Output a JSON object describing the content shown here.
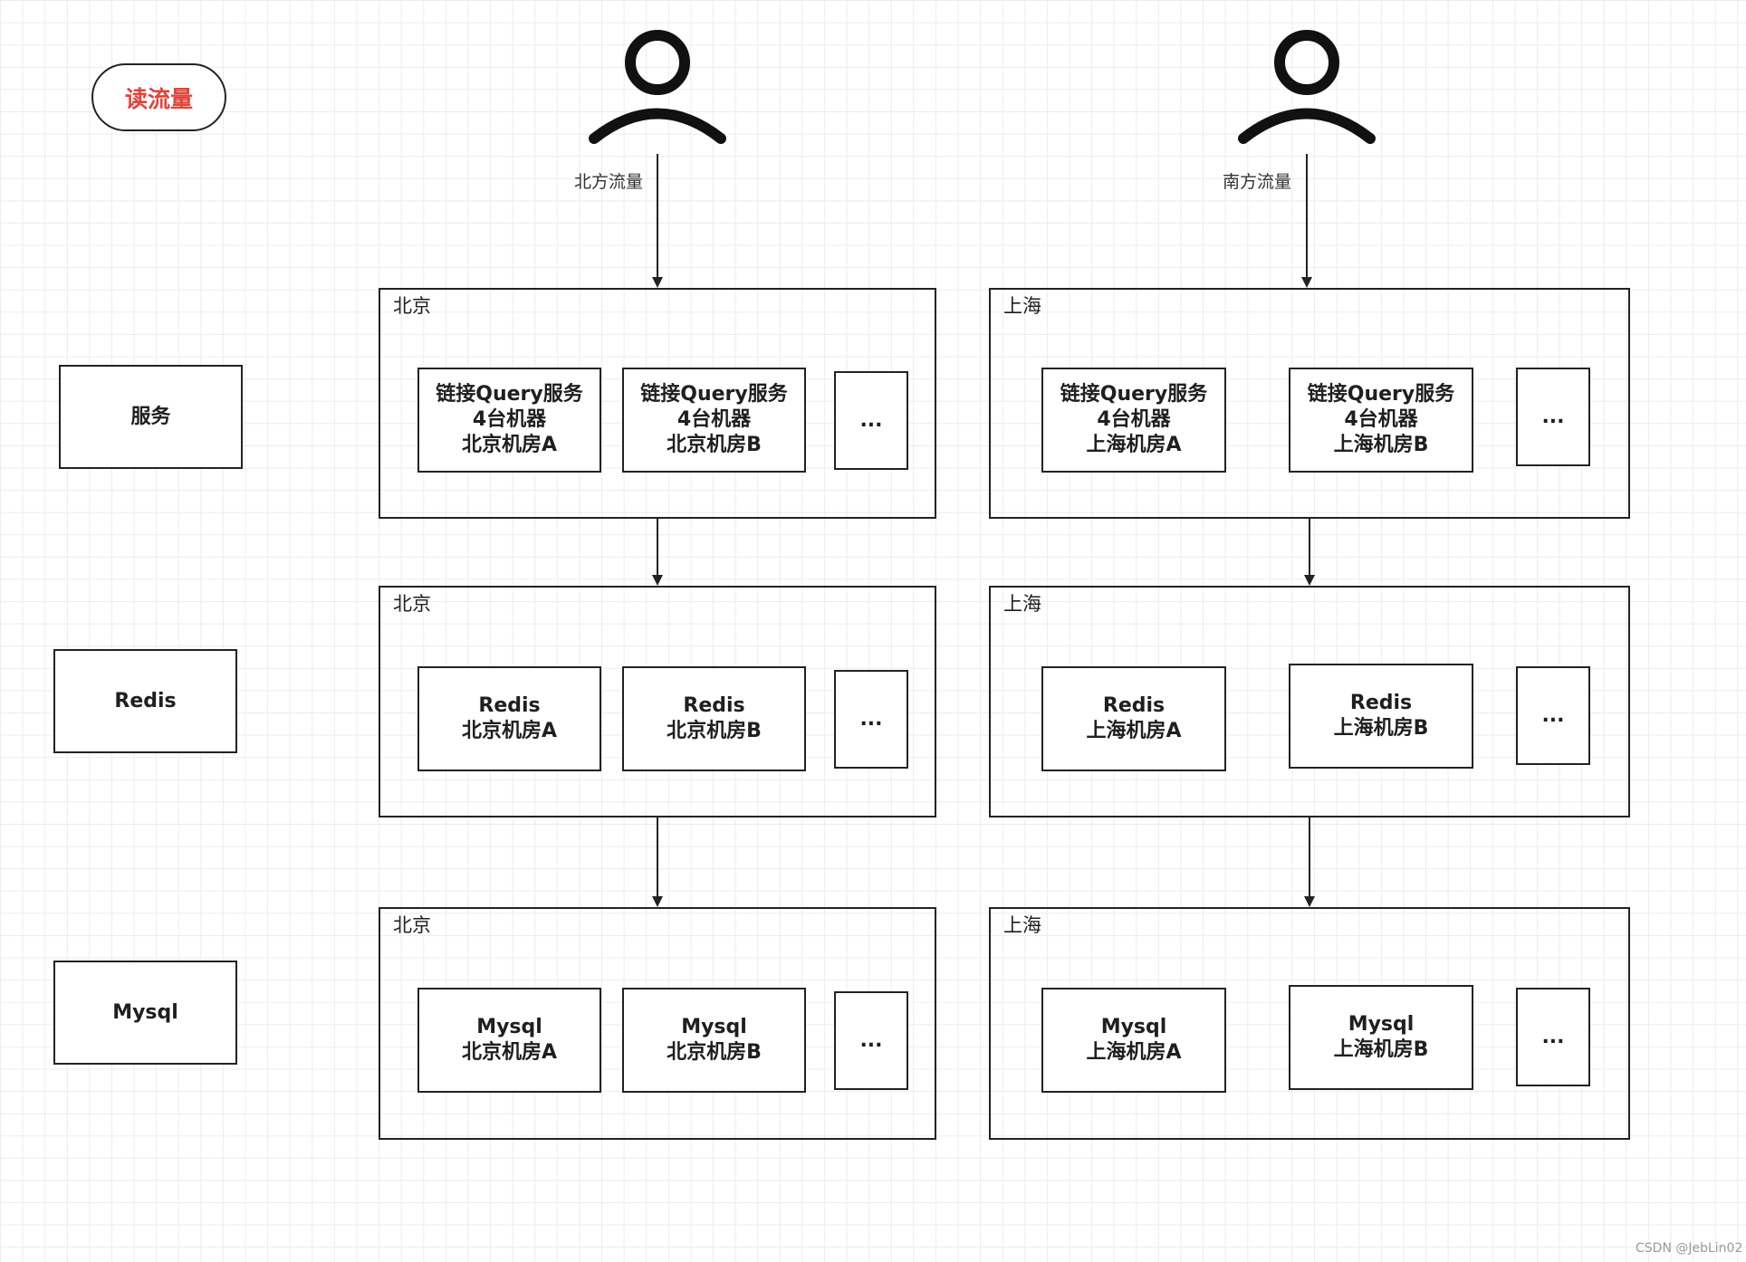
{
  "legend": {
    "title": "读流量",
    "services": "服务",
    "redis": "Redis",
    "mysql": "Mysql"
  },
  "users": {
    "north_label": "北方流量",
    "south_label": "南方流量"
  },
  "beijing": {
    "service_region": "北京",
    "redis_region": "北京",
    "mysql_region": "北京",
    "service_a": "链接Query服务\n4台机器\n北京机房A",
    "service_b": "链接Query服务\n4台机器\n北京机房B",
    "service_more": "...",
    "redis_a": "Redis\n北京机房A",
    "redis_b": "Redis\n北京机房B",
    "redis_more": "...",
    "mysql_a": "Mysql\n北京机房A",
    "mysql_b": "Mysql\n北京机房B",
    "mysql_more": "..."
  },
  "shanghai": {
    "service_region": "上海",
    "redis_region": "上海",
    "mysql_region": "上海",
    "service_a": "链接Query服务\n4台机器\n上海机房A",
    "service_b": "链接Query服务\n4台机器\n上海机房B",
    "service_more": "...",
    "redis_a": "Redis\n上海机房A",
    "redis_b": "Redis\n上海机房B",
    "redis_more": "...",
    "mysql_a": "Mysql\n上海机房A",
    "mysql_b": "Mysql\n上海机房B",
    "mysql_more": "..."
  },
  "watermark": "CSDN @JebLin02"
}
